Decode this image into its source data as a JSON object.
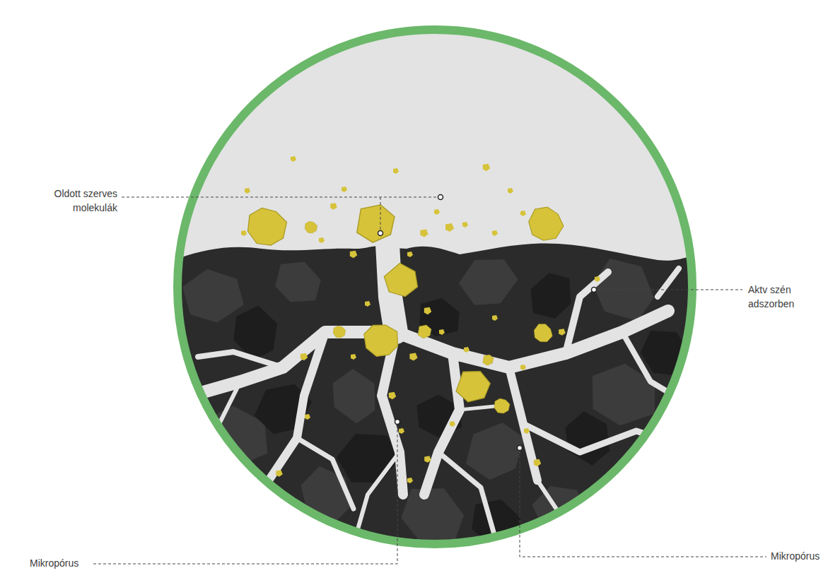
{
  "diagram": {
    "labels": [
      "Oldott szerves molekulák",
      "Aktv szén adszorben",
      "Mikropórus",
      "Mikropórus"
    ]
  }
}
